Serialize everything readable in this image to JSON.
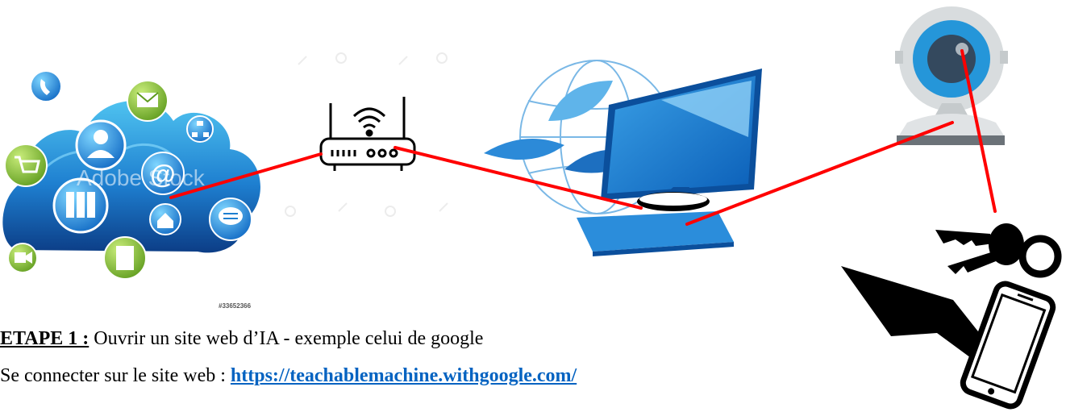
{
  "stock_image": {
    "watermark_text": "Adobe Stock",
    "image_id": "#33652366"
  },
  "diagram": {
    "nodes": [
      {
        "name": "cloud-services",
        "icon": "cloud-network-icon"
      },
      {
        "name": "wifi-router",
        "icon": "router-icon"
      },
      {
        "name": "desktop-computer",
        "icon": "computer-icon"
      },
      {
        "name": "webcam",
        "icon": "webcam-icon"
      },
      {
        "name": "objects",
        "icon": "keys-umbrella-phone-icon"
      }
    ],
    "link_color": "#ff0000"
  },
  "step": {
    "label": "ETAPE 1 :",
    "text": " Ouvrir un site web d’IA - exemple celui de google"
  },
  "connect": {
    "text": "Se connecter sur le site web : ",
    "url": "https://teachablemachine.withgoogle.com/"
  }
}
